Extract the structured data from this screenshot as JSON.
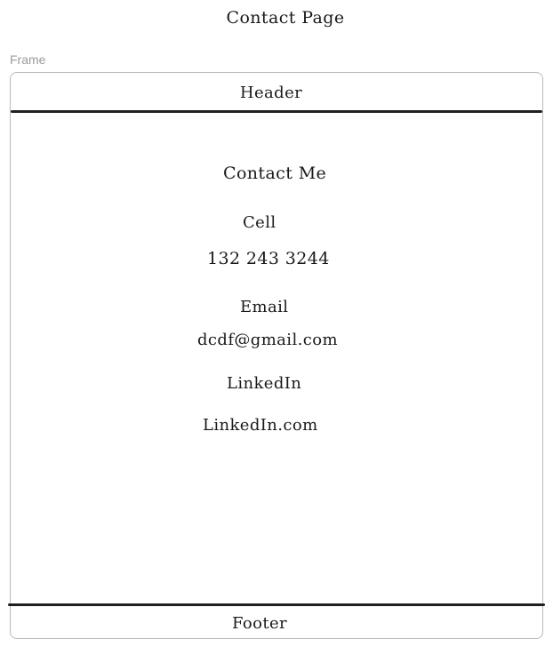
{
  "page": {
    "title": "Contact Page",
    "frame_label": "Frame"
  },
  "frame": {
    "header": "Header",
    "footer": "Footer"
  },
  "contact": {
    "heading": "Contact Me",
    "cell_label": "Cell",
    "cell_value": "132 243 3244",
    "email_label": "Email",
    "email_value": "dcdf@gmail.com",
    "linkedin_label": "LinkedIn",
    "linkedin_value": "LinkedIn.com"
  },
  "colors": {
    "frame_border": "#b9b9b9",
    "divider": "#1f1f1f",
    "frame_label": "#9b9b9b",
    "text": "#1a1a1a"
  }
}
